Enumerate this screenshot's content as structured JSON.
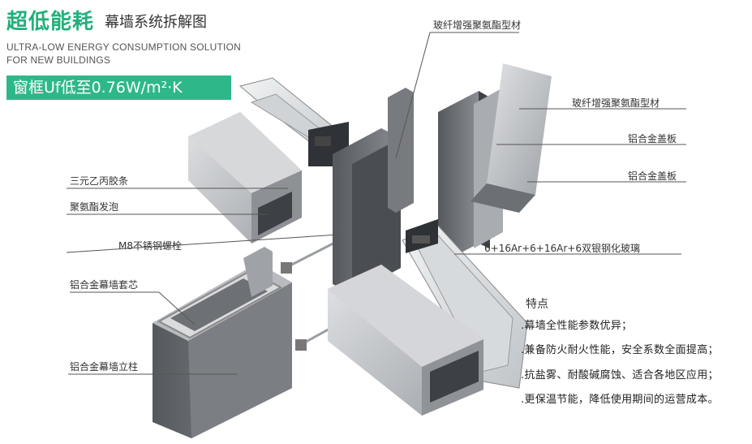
{
  "header": {
    "title_main": "超低能耗",
    "title_sub": "幕墙系统拆解图",
    "subtitle_en_line1": "ULTRA-LOW ENERGY CONSUMPTION  SOLUTION",
    "subtitle_en_line2": "FOR NEW BUILDINGS",
    "badge": "窗框Uf低至0.76W/m²·K"
  },
  "callouts": {
    "top_profile": "玻纤增强聚氨酯型材",
    "right_profile": "玻纤增强聚氨酯型材",
    "cover_plate_1": "铝合金盖板",
    "cover_plate_2": "铝合金盖板",
    "epdm_strip": "三元乙丙胶条",
    "pu_foam": "聚氨酯发泡",
    "bolt": "M8不锈钢螺栓",
    "glass": "6+16Ar+6+16Ar+6双银钢化玻璃",
    "sleeve_core": "铝合金幕墙套芯",
    "mullion": "铝合金幕墙立柱"
  },
  "features": {
    "title": "特点",
    "items": [
      ".幕墙全性能参数优异；",
      ".兼备防火耐火性能，安全系数全面提高；",
      ".抗盐雾、耐酸碱腐蚀、适合各地区应用；",
      ".更保温节能，降低使用期间的运营成本。"
    ]
  },
  "colors": {
    "brand_green": "#22b07a",
    "badge_green": "#2eb88a",
    "profile_dark": "#6b6f74",
    "profile_light": "#c9ccd0"
  }
}
